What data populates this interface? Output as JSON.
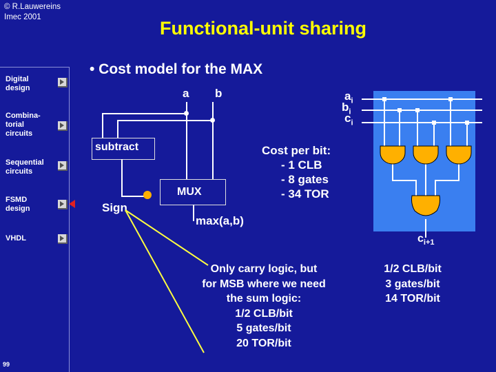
{
  "copyright": [
    "© R.Lauwereins",
    "Imec 2001"
  ],
  "sidebar": {
    "items": [
      {
        "label": [
          "Digital",
          "design"
        ]
      },
      {
        "label": [
          "Combina-",
          "torial",
          "circuits"
        ]
      },
      {
        "label": [
          "Sequential",
          "circuits"
        ]
      },
      {
        "label": [
          "FSMD",
          "design"
        ]
      },
      {
        "label": [
          "VHDL"
        ]
      }
    ],
    "active_item": "FSMD design"
  },
  "page_number": "99",
  "title": "Functional-unit sharing",
  "bullet": "• Cost model for the MAX",
  "diagram": {
    "input_a": "a",
    "input_b": "b",
    "subtract": "subtract",
    "sign": "Sign",
    "mux": "MUX",
    "output": "max(a,b)",
    "cost_header": "Cost per bit:",
    "cost_items": [
      "- 1 CLB",
      "- 8 gates",
      "- 34 TOR"
    ],
    "bit_a": "a",
    "bit_b": "b",
    "bit_c": "c",
    "subscript_i": "i",
    "carry_out": "c",
    "carry_sub": "i+1"
  },
  "note_left": [
    "Only carry logic, but",
    "for MSB where we need",
    "the sum logic:",
    "1/2 CLB/bit",
    "5 gates/bit",
    "20 TOR/bit"
  ],
  "note_right": [
    "1/2 CLB/bit",
    "3 gates/bit",
    "14 TOR/bit"
  ],
  "colors": {
    "background": "#151a9a",
    "title": "#ffff00",
    "box_fill": "#3a7ff0",
    "gate_fill": "#ffb000",
    "highlight_line": "#ffff40",
    "active_arrow": "#e02020"
  }
}
